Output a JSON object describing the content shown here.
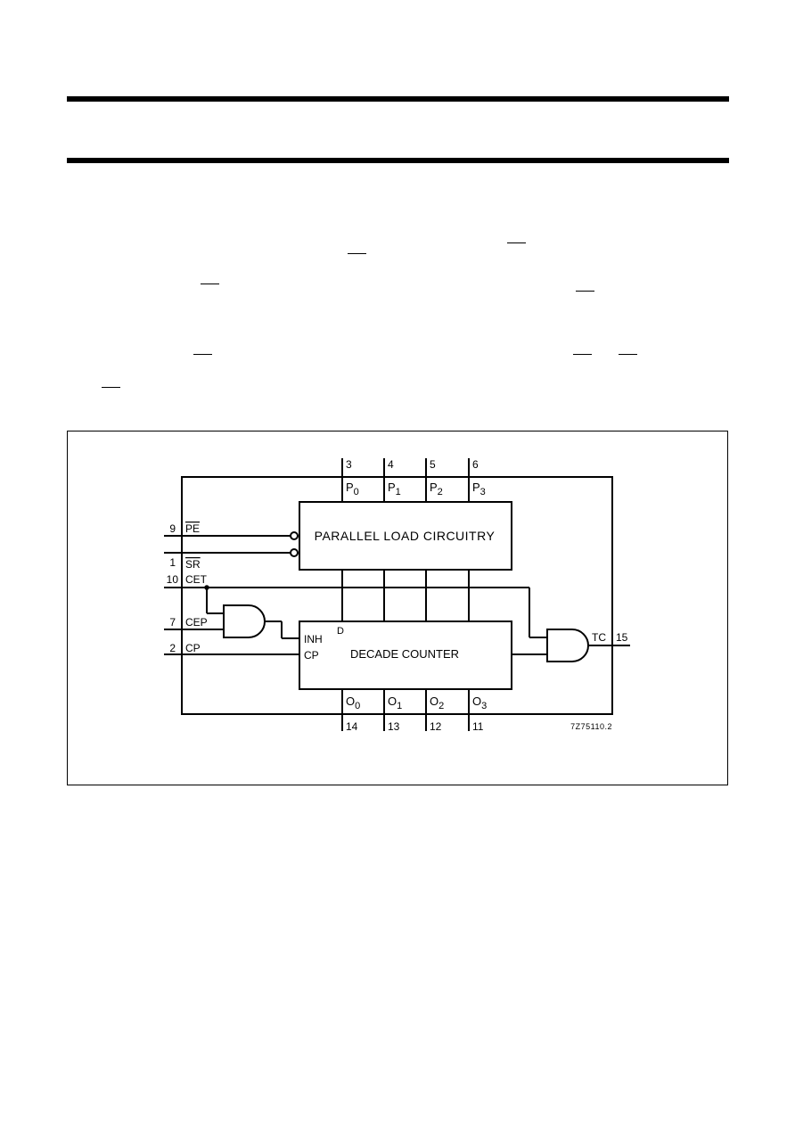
{
  "diagram": {
    "blocks": {
      "parallel_load": "PARALLEL LOAD CIRCUITRY",
      "decade_counter": "DECADE COUNTER",
      "inh_label": "INH",
      "cp_label": "CP",
      "d_label": "D"
    },
    "inputs": {
      "pe": {
        "pin": "9",
        "name": "PE"
      },
      "sr": {
        "pin": "1",
        "name": "SR"
      },
      "cet": {
        "pin": "10",
        "name": "CET"
      },
      "cep": {
        "pin": "7",
        "name": "CEP"
      },
      "cp": {
        "pin": "2",
        "name": "CP"
      }
    },
    "parallel_inputs": [
      {
        "pin": "3",
        "name": "P",
        "sub": "0"
      },
      {
        "pin": "4",
        "name": "P",
        "sub": "1"
      },
      {
        "pin": "5",
        "name": "P",
        "sub": "2"
      },
      {
        "pin": "6",
        "name": "P",
        "sub": "3"
      }
    ],
    "outputs": [
      {
        "pin": "14",
        "name": "O",
        "sub": "0"
      },
      {
        "pin": "13",
        "name": "O",
        "sub": "1"
      },
      {
        "pin": "12",
        "name": "O",
        "sub": "2"
      },
      {
        "pin": "11",
        "name": "O",
        "sub": "3"
      }
    ],
    "tc": {
      "name": "TC",
      "pin": "15"
    },
    "figure_code": "7Z75110.2"
  }
}
